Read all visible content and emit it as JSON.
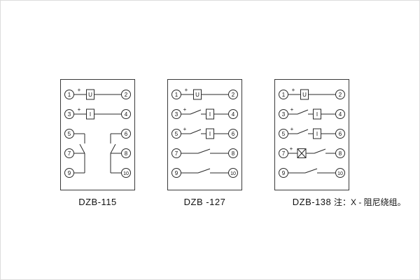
{
  "page": {
    "note": "注：X - 阻尼绕组。"
  },
  "panels": [
    {
      "label": "DZB-115",
      "contact_chains": true,
      "rows": [
        {
          "left": "1",
          "right": "2",
          "type": "coil",
          "coil": "U",
          "plus": true
        },
        {
          "left": "3",
          "right": "4",
          "type": "coil",
          "coil": "I",
          "plus": true
        },
        {
          "left": "5",
          "right": "6",
          "type": "blank"
        },
        {
          "left": "7",
          "right": "8",
          "type": "blank"
        },
        {
          "left": "9",
          "right": "10",
          "type": "blank"
        }
      ]
    },
    {
      "label": "DZB -127",
      "contact_chains": false,
      "rows": [
        {
          "left": "1",
          "right": "2",
          "type": "coil",
          "coil": "U",
          "plus": true
        },
        {
          "left": "3",
          "right": "4",
          "type": "switch-coil",
          "coil": "I",
          "plus": true
        },
        {
          "left": "5",
          "right": "6",
          "type": "switch-coil",
          "coil": "I",
          "plus": true
        },
        {
          "left": "7",
          "right": "8",
          "type": "switch"
        },
        {
          "left": "9",
          "right": "10",
          "type": "switch"
        }
      ]
    },
    {
      "label": "DZB-138",
      "contact_chains": false,
      "rows": [
        {
          "left": "1",
          "right": "2",
          "type": "coil",
          "coil": "U",
          "plus": true
        },
        {
          "left": "3",
          "right": "4",
          "type": "switch-coil",
          "coil": "I",
          "plus": true
        },
        {
          "left": "5",
          "right": "6",
          "type": "switch-coil",
          "coil": "I",
          "plus": true
        },
        {
          "left": "7",
          "right": "8",
          "type": "xbox-switch",
          "coil": "X",
          "plus": true
        },
        {
          "left": "9",
          "right": "10",
          "type": "switch"
        }
      ]
    }
  ]
}
